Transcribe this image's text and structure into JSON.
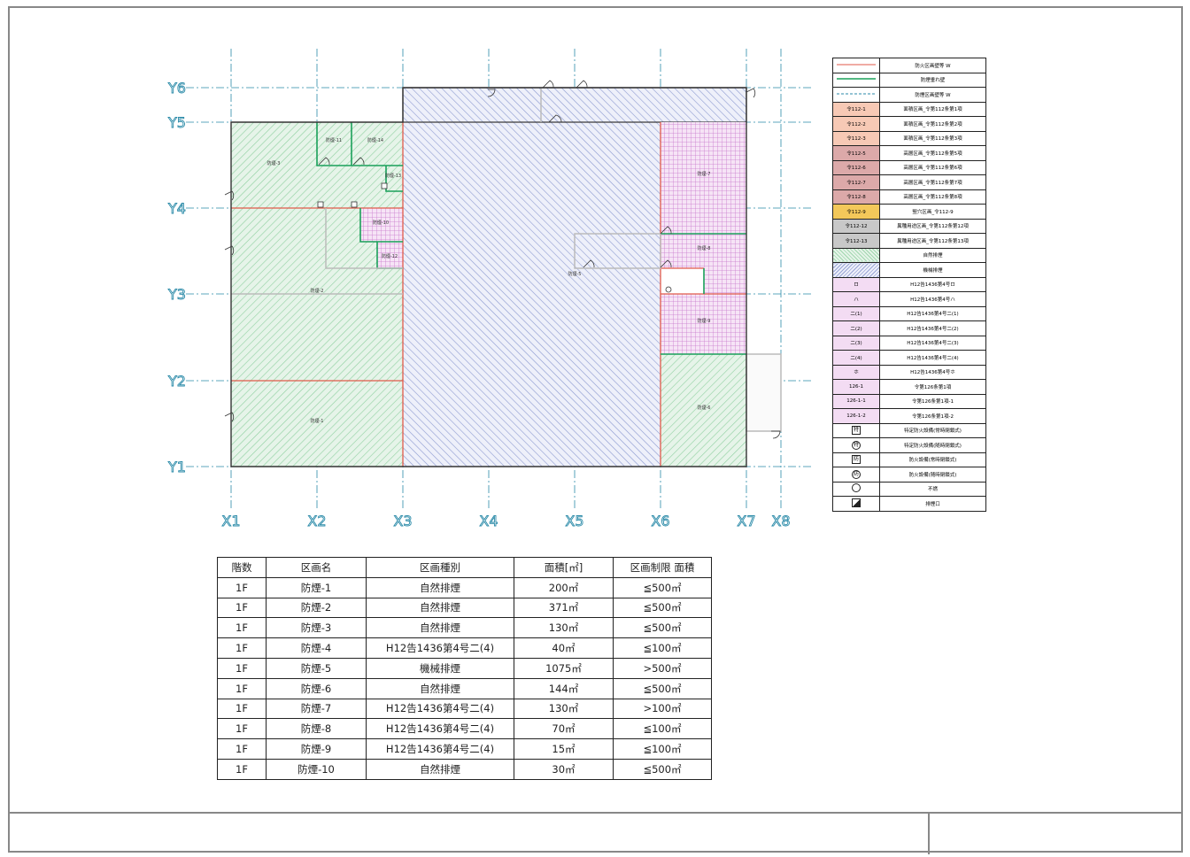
{
  "grid": {
    "x_axes": [
      "X1",
      "X2",
      "X3",
      "X4",
      "X5",
      "X6",
      "X7",
      "X8"
    ],
    "y_axes": [
      "Y1",
      "Y2",
      "Y3",
      "Y4",
      "Y5",
      "Y6"
    ]
  },
  "plan": {
    "zones": [
      {
        "id": "z1",
        "label": "防煙-1"
      },
      {
        "id": "z2",
        "label": "防煙-2"
      },
      {
        "id": "z3",
        "label": "防煙-3"
      },
      {
        "id": "z5",
        "label": "防煙-5"
      },
      {
        "id": "z6",
        "label": "防煙-6"
      },
      {
        "id": "z10",
        "label": "防煙-10"
      },
      {
        "id": "z11",
        "label": "防煙-11"
      },
      {
        "id": "z12",
        "label": "防煙-12"
      },
      {
        "id": "z13",
        "label": "防煙-13"
      },
      {
        "id": "z14",
        "label": "防煙-14"
      },
      {
        "id": "z7",
        "label": "防煙-7"
      },
      {
        "id": "z8",
        "label": "防煙-8"
      },
      {
        "id": "z9",
        "label": "防煙-9"
      }
    ]
  },
  "legend": {
    "items": [
      {
        "key": "",
        "desc": "防火区画壁等 W"
      },
      {
        "key": "",
        "desc": "防煙垂れ壁"
      },
      {
        "key": "",
        "desc": "防煙区画壁等 W"
      },
      {
        "key": "令112-1",
        "desc": "面積区画_令第112条第1項"
      },
      {
        "key": "令112-2",
        "desc": "面積区画_令第112条第2項"
      },
      {
        "key": "令112-3",
        "desc": "面積区画_令第112条第3項"
      },
      {
        "key": "令112-5",
        "desc": "高層区画_令第112条第5項"
      },
      {
        "key": "令112-6",
        "desc": "高層区画_令第112条第6項"
      },
      {
        "key": "令112-7",
        "desc": "高層区画_令第112条第7項"
      },
      {
        "key": "令112-8",
        "desc": "高層区画_令第112条第8項"
      },
      {
        "key": "令112-9",
        "desc": "竪穴区画_令112-9"
      },
      {
        "key": "令112-12",
        "desc": "異種用途区画_令第112条第12項"
      },
      {
        "key": "令112-13",
        "desc": "異種用途区画_令第112条第13項"
      },
      {
        "key": "",
        "desc": "自然排煙"
      },
      {
        "key": "",
        "desc": "機械排煙"
      },
      {
        "key": "ロ",
        "desc": "H12告1436第4号ロ"
      },
      {
        "key": "ハ",
        "desc": "H12告1436第4号ハ"
      },
      {
        "key": "二(1)",
        "desc": "H12告1436第4号二(1)"
      },
      {
        "key": "二(2)",
        "desc": "H12告1436第4号二(2)"
      },
      {
        "key": "二(3)",
        "desc": "H12告1436第4号二(3)"
      },
      {
        "key": "二(4)",
        "desc": "H12告1436第4号二(4)"
      },
      {
        "key": "ホ",
        "desc": "H12告1436第4号ホ"
      },
      {
        "key": "126-1",
        "desc": "令第126条第1項"
      },
      {
        "key": "126-1-1",
        "desc": "令第126条第1項-1"
      },
      {
        "key": "126-1-2",
        "desc": "令第126条第1項-2"
      },
      {
        "key": "特",
        "desc": "特定防火設備(常時閉鎖式)"
      },
      {
        "key": "特",
        "desc": "特定防火設備(随時閉鎖式)"
      },
      {
        "key": "防",
        "desc": "防火設備(常時閉鎖式)"
      },
      {
        "key": "防",
        "desc": "防火設備(随時閉鎖式)"
      },
      {
        "key": "",
        "desc": "不燃"
      },
      {
        "key": "",
        "desc": "排煙口"
      }
    ]
  },
  "table": {
    "headers": [
      "階数",
      "区画名",
      "区画種別",
      "面積[㎡]",
      "区画制限 面積"
    ],
    "rows": [
      [
        "1F",
        "防煙-1",
        "自然排煙",
        "200㎡",
        "≦500㎡"
      ],
      [
        "1F",
        "防煙-2",
        "自然排煙",
        "371㎡",
        "≦500㎡"
      ],
      [
        "1F",
        "防煙-3",
        "自然排煙",
        "130㎡",
        "≦500㎡"
      ],
      [
        "1F",
        "防煙-4",
        "H12告1436第4号二(4)",
        "40㎡",
        "≦100㎡"
      ],
      [
        "1F",
        "防煙-5",
        "機械排煙",
        "1075㎡",
        ">500㎡"
      ],
      [
        "1F",
        "防煙-6",
        "自然排煙",
        "144㎡",
        "≦500㎡"
      ],
      [
        "1F",
        "防煙-7",
        "H12告1436第4号二(4)",
        "130㎡",
        ">100㎡"
      ],
      [
        "1F",
        "防煙-8",
        "H12告1436第4号二(4)",
        "70㎡",
        "≦100㎡"
      ],
      [
        "1F",
        "防煙-9",
        "H12告1436第4号二(4)",
        "15㎡",
        "≦100㎡"
      ],
      [
        "1F",
        "防煙-10",
        "自然排煙",
        "30㎡",
        "≦500㎡"
      ]
    ]
  },
  "colors": {
    "fire_wall": "#e05a4a",
    "smoke_curtain": "#1aa05a",
    "grid_line": "#2a8aa8",
    "natural_smoke": "#bfe3c6",
    "mechanical_smoke": "#8899cc",
    "h12_pattern": "#c873c8"
  }
}
